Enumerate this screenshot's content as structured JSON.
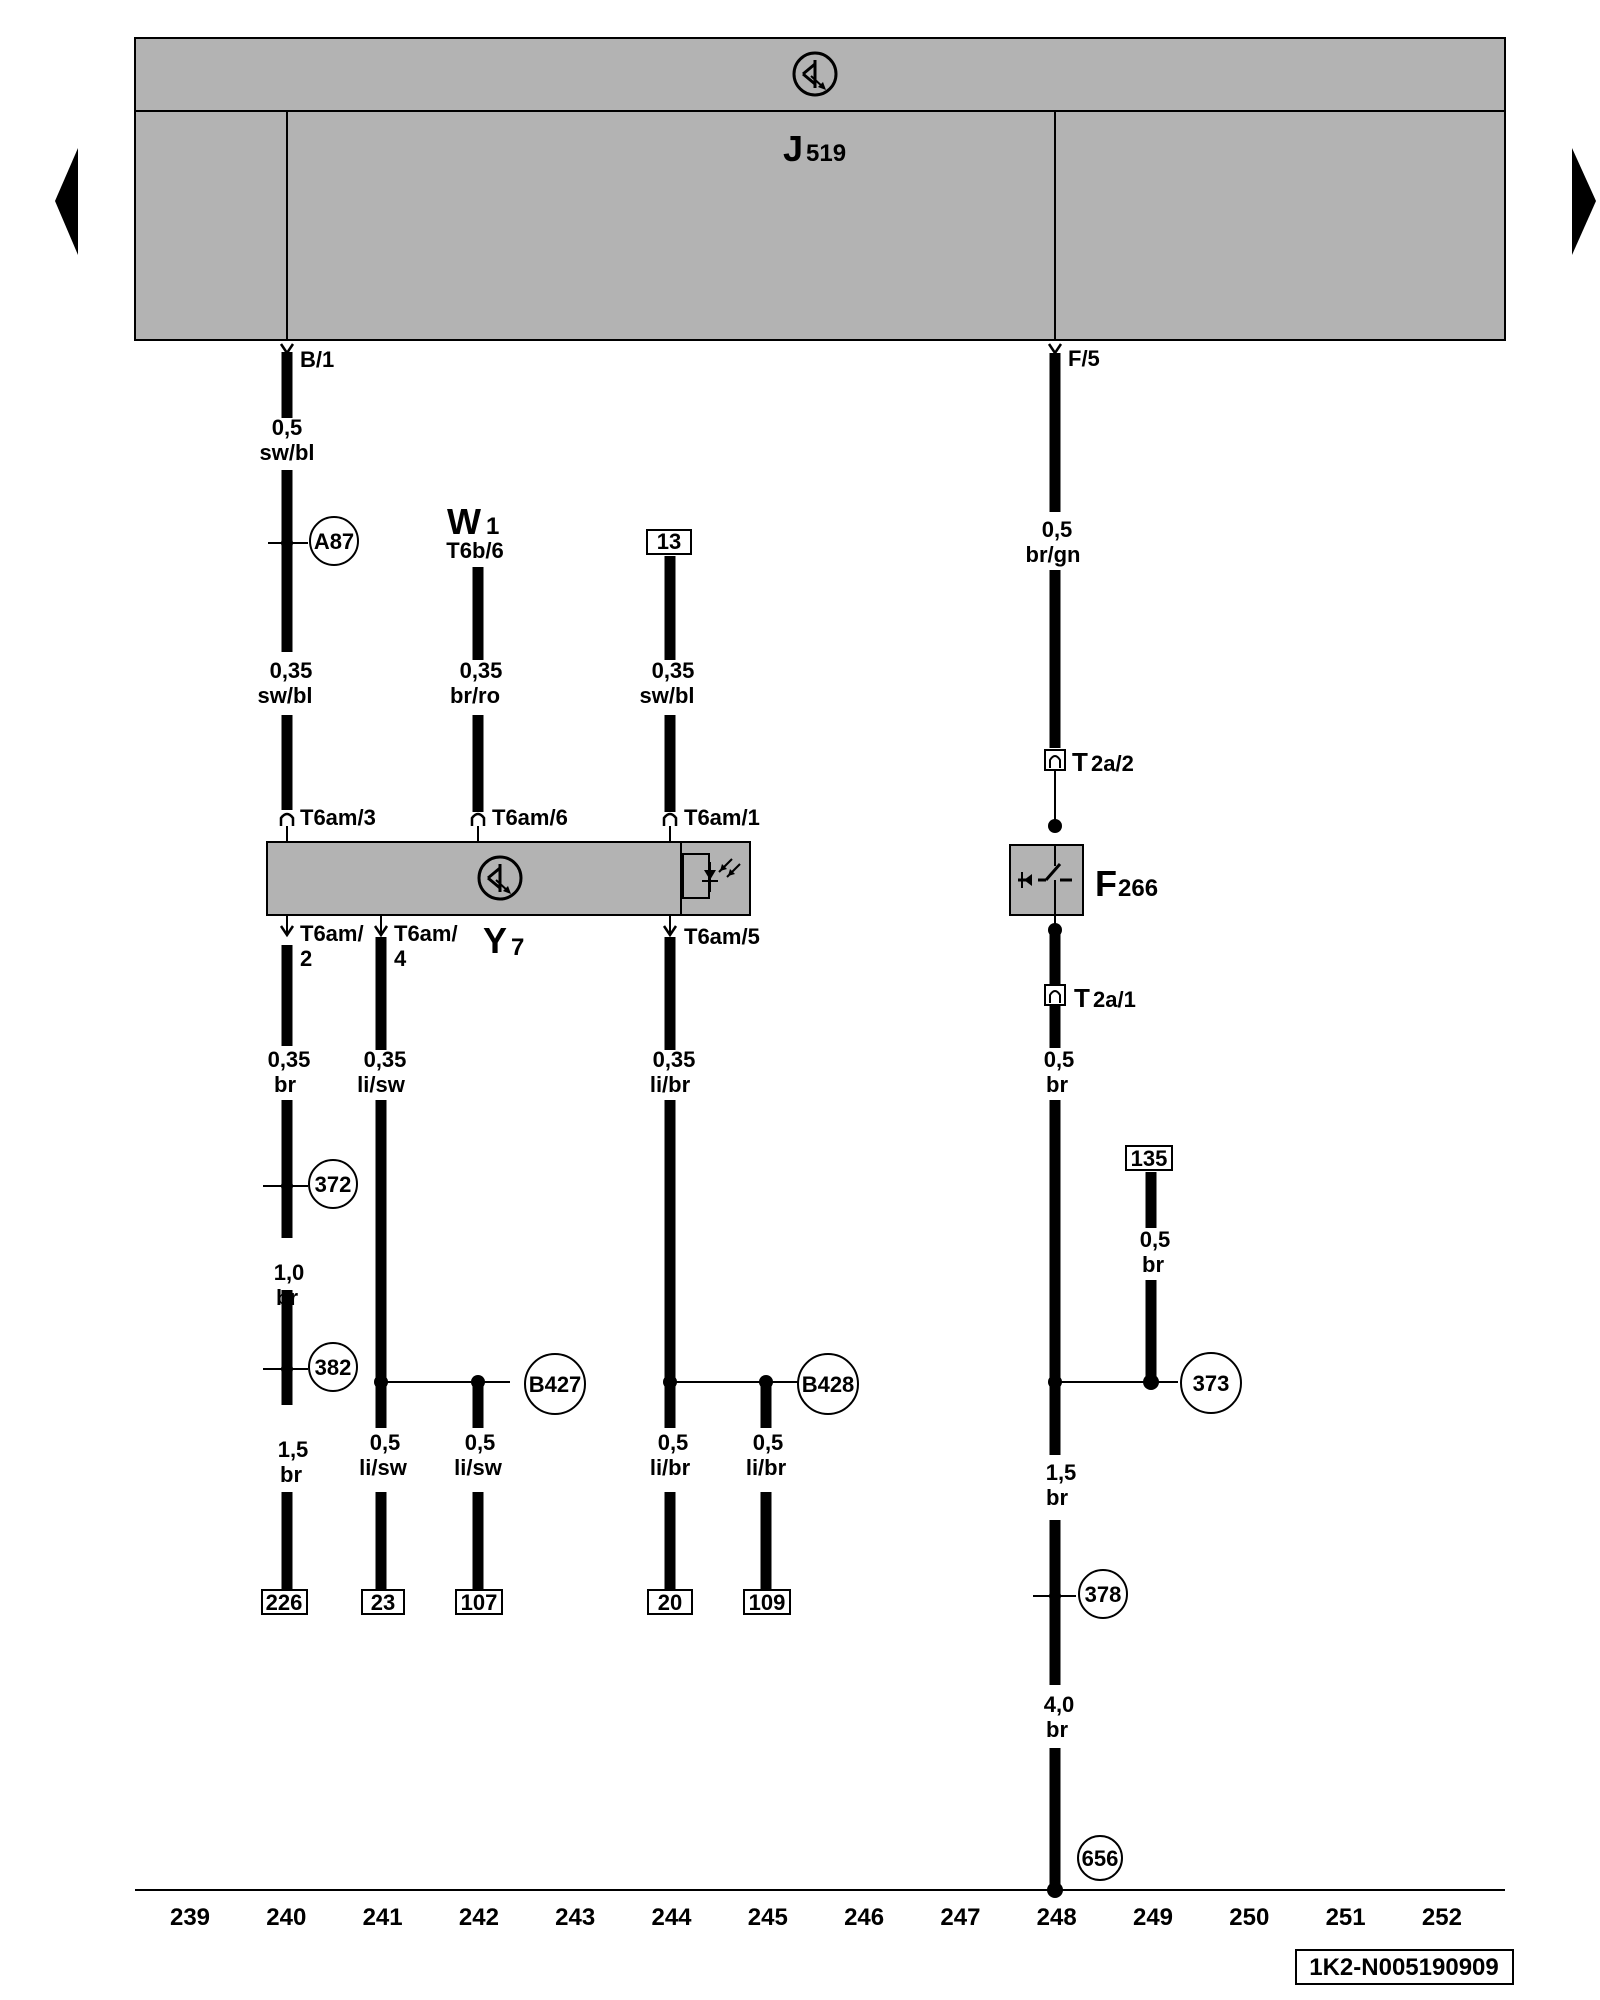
{
  "colors": {
    "background": "#ffffff",
    "component_fill": "#b3b3b3",
    "line": "#000000"
  },
  "nav": {
    "prev": "left-arrow-icon",
    "next": "right-arrow-icon"
  },
  "components": {
    "j519": {
      "name": "J",
      "sub": "519",
      "icon": "control-unit-icon"
    },
    "y7": {
      "name": "Y",
      "sub": "7",
      "icon": "control-unit-icon",
      "side_icon": "photodiode-icon"
    },
    "f266": {
      "name": "F",
      "sub": "266",
      "icon": "door-contact-switch-icon"
    },
    "w1": {
      "name": "W",
      "sub": "1",
      "connector": "T6b/6"
    }
  },
  "pins": {
    "b1": "B/1",
    "f5": "F/5",
    "t6am3": "T6am/3",
    "t6am6": "T6am/6",
    "t6am1": "T6am/1",
    "t6am2_a": "T6am/",
    "t6am2_b": "2",
    "t6am4_a": "T6am/",
    "t6am4_b": "4",
    "t6am5": "T6am/5",
    "t2a2_main": "T",
    "t2a2_sub": "2a/2",
    "t2a1_main": "T",
    "t2a1_sub": "2a/1"
  },
  "wires": {
    "w240a": {
      "size": "0,5",
      "color": "sw/bl"
    },
    "w240b": {
      "size": "0,35",
      "color": "sw/bl"
    },
    "w242a": {
      "size": "0,35",
      "color": "br/ro"
    },
    "w244a": {
      "size": "0,35",
      "color": "sw/bl"
    },
    "w248a": {
      "size": "0,5",
      "color": "br/gn"
    },
    "w240c": {
      "size": "0,35",
      "color": "br"
    },
    "w241a": {
      "size": "0,35",
      "color": "li/sw"
    },
    "w244b": {
      "size": "0,35",
      "color": "li/br"
    },
    "w248b": {
      "size": "0,5",
      "color": "br"
    },
    "w249a": {
      "size": "0,5",
      "color": "br"
    },
    "w240d": {
      "size": "1,0",
      "color": "br"
    },
    "w240e": {
      "size": "1,5",
      "color": "br"
    },
    "w241b": {
      "size": "0,5",
      "color": "li/sw"
    },
    "w242b": {
      "size": "0,5",
      "color": "li/sw"
    },
    "w244c": {
      "size": "0,5",
      "color": "li/br"
    },
    "w245a": {
      "size": "0,5",
      "color": "li/br"
    },
    "w248c": {
      "size": "1,5",
      "color": "br"
    },
    "w248d": {
      "size": "4,0",
      "color": "br"
    }
  },
  "circles": {
    "a87": "A87",
    "c372": "372",
    "c382": "382",
    "b427": "B427",
    "b428": "B428",
    "c373": "373",
    "c378": "378",
    "c656": "656"
  },
  "boxes": {
    "b13": "13",
    "b135": "135",
    "b226": "226",
    "b23": "23",
    "b107": "107",
    "b20": "20",
    "b109": "109"
  },
  "columns": [
    "239",
    "240",
    "241",
    "242",
    "243",
    "244",
    "245",
    "246",
    "247",
    "248",
    "249",
    "250",
    "251",
    "252"
  ],
  "reference": "1K2-N005190909"
}
